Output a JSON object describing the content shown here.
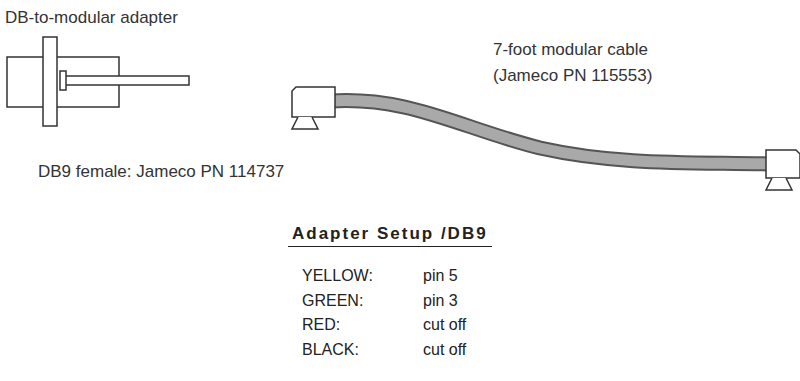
{
  "diagram": {
    "title": "Adapter Setup /DB9",
    "labels": [
      "DB-to-modular adapter",
      "7-foot modular cable",
      "(Jameco PN 115553)",
      "DB9 female: Jameco PN 114737",
      "YELLOW:",
      "pin 5",
      "GREEN:",
      "pin 3",
      "RED:",
      "cut off",
      "BLACK:",
      "cut off"
    ]
  }
}
